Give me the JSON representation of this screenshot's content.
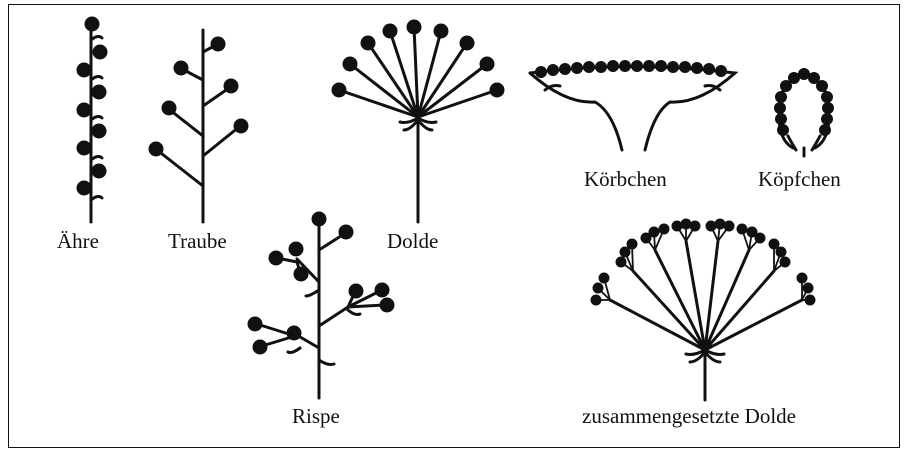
{
  "diagram": {
    "labels": {
      "aehre": "Ähre",
      "traube": "Traube",
      "dolde": "Dolde",
      "koerbchen": "Körbchen",
      "koepfchen": "Köpfchen",
      "rispe": "Rispe",
      "zusammengesetzte_dolde": "zusammengesetzte Dolde"
    },
    "colors": {
      "ink": "#111111",
      "background": "#ffffff"
    }
  }
}
